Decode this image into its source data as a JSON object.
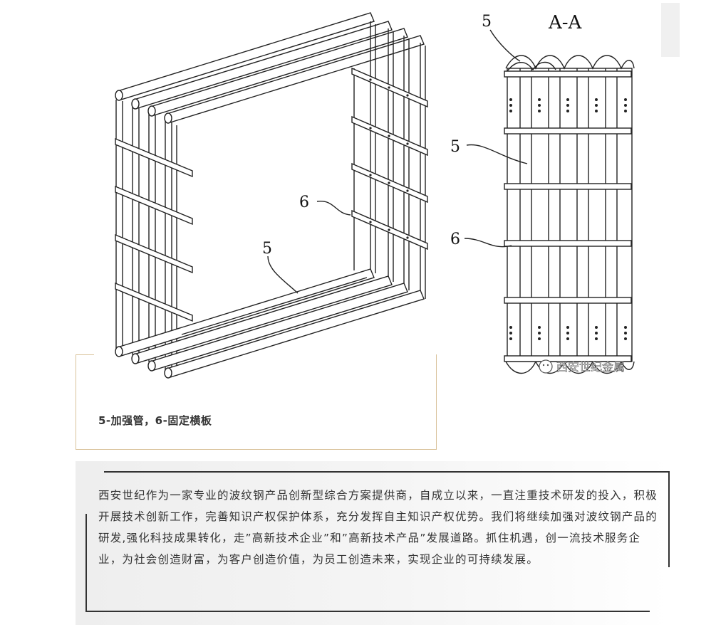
{
  "figure": {
    "labels": {
      "left_label_6": "6",
      "left_label_5": "5",
      "right_label_top_5": "5",
      "right_label_mid_5": "5",
      "right_label_6": "6",
      "section_title": "A-A"
    },
    "watermark": "西安世纪金属",
    "caption": "5-加强管，6-固定横板"
  },
  "paragraph": "西安世纪作为一家专业的波纹钢产品创新型综合方案提供商，自成立以来，一直注重技术研发的投入，积极开展技术创新工作，完善知识产权保护体系，充分发挥自主知识产权优势。我们将继续加强对波纹钢产品的研发,强化科技成果转化，走”高新技术企业”和”高新技术产品”发展道路。抓住机遇，创一流技术服务企业，为社会创造财富，为客户创造价值，为员工创造未来，实现企业的可持续发展。"
}
